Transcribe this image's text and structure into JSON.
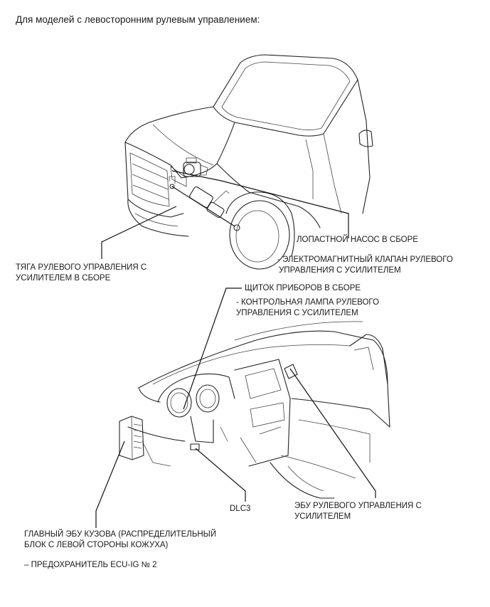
{
  "heading": "Для моделей с левосторонним рулевым управлением:",
  "labels": {
    "vane_pump": "ЛОПАСТНОЙ НАСОС В СБОРЕ",
    "solenoid_1": "- ЭЛЕКТРОМАГНИТНЫЙ КЛАПАН РУЛЕВОГО",
    "solenoid_2": "УПРАВЛЕНИЯ С УСИЛИТЕЛЕМ",
    "steering_link_1": "ТЯГА РУЛЕВОГО УПРАВЛЕНИЯ С",
    "steering_link_2": "УСИЛИТЕЛЕМ В СБОРЕ",
    "combination_meter": "ЩИТОК ПРИБОРОВ В СБОРЕ",
    "warning_lamp_1": "- КОНТРОЛЬНАЯ ЛАМПА РУЛЕВОГО",
    "warning_lamp_2": "УПРАВЛЕНИЯ С УСИЛИТЕЛЕМ",
    "dlc3": "DLC3",
    "ps_ecu_1": "ЭБУ РУЛЕВОГО УПРАВЛЕНИЯ С",
    "ps_ecu_2": "УСИЛИТЕЛЕМ",
    "main_body_ecu_1": "ГЛАВНЫЙ ЭБУ КУЗОВА (РАСПРЕДЕЛИТЕЛЬНЫЙ",
    "main_body_ecu_2": "БЛОК С ЛЕВОЙ СТОРОНЫ КОЖУХА)",
    "fuse": "– ПРЕДОХРАНИТЕЛЬ ECU-IG № 2"
  }
}
